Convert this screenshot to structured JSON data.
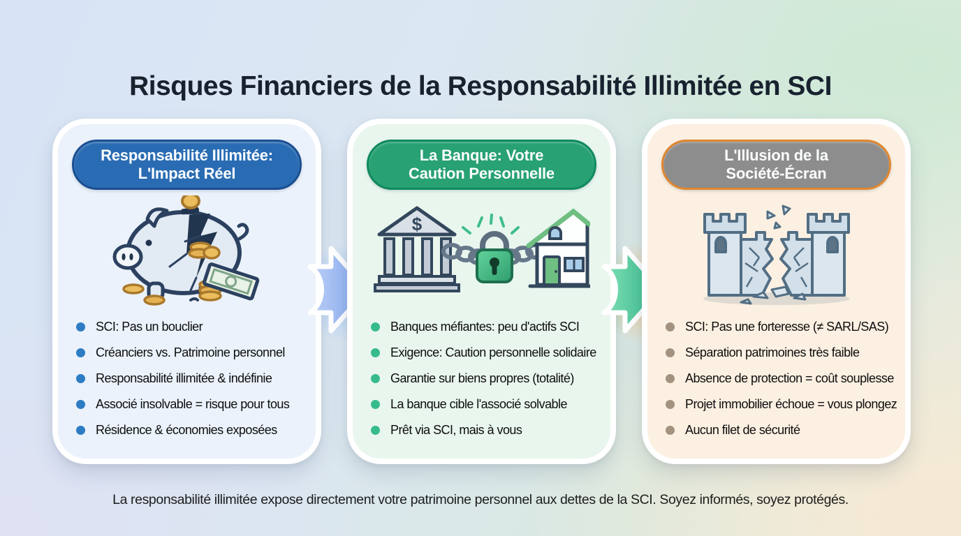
{
  "title": "Risques Financiers de la Responsabilité Illimitée en SCI",
  "footer": "La responsabilité illimitée expose directement votre patrimoine personnel aux dettes de la SCI. Soyez informés, soyez protégés.",
  "cards": [
    {
      "header_line1": "Responsabilité Illimitée:",
      "header_line2": "L'Impact Réel",
      "icon": "broken-piggy-bank-icon",
      "pill_bg": "#2a6cb3",
      "pill_border": "#1a4e92",
      "card_bg": "#ebf2fb",
      "accent": "#2e7cc4",
      "items": [
        "SCI: Pas un bouclier",
        "Créanciers vs. Patrimoine personnel",
        "Responsabilité illimitée & indéfinie",
        "Associé insolvable = risque pour tous",
        "Résidence & économies exposées"
      ]
    },
    {
      "header_line1": "La Banque: Votre",
      "header_line2": "Caution Personnelle",
      "icon": "bank-chained-to-house-lock-icon",
      "pill_bg": "#28a173",
      "pill_border": "#0f8a5f",
      "card_bg": "#e9f6ee",
      "accent": "#37bb8d",
      "items": [
        "Banques méfiantes: peu d'actifs SCI",
        "Exigence: Caution personnelle solidaire",
        "Garantie sur biens propres (totalité)",
        "La banque cible l'associé solvable",
        "Prêt via SCI, mais à vous"
      ]
    },
    {
      "header_line1": "L'Illusion de la",
      "header_line2": "Société-Écran",
      "icon": "shattered-glass-fortress-icon",
      "pill_bg": "#8d8d8d",
      "pill_border": "#e0872f",
      "card_bg": "#fcf0e2",
      "accent": "#a2927f",
      "items": [
        "SCI: Pas une forteresse (≠ SARL/SAS)",
        "Séparation patrimoines très faible",
        "Absence de protection = coût souplesse",
        "Projet immobilier échoue = vous plongez",
        "Aucun filet de sécurité"
      ]
    }
  ],
  "arrows": {
    "left_color": "#8fb3f2",
    "right_color": "#3fc493"
  }
}
